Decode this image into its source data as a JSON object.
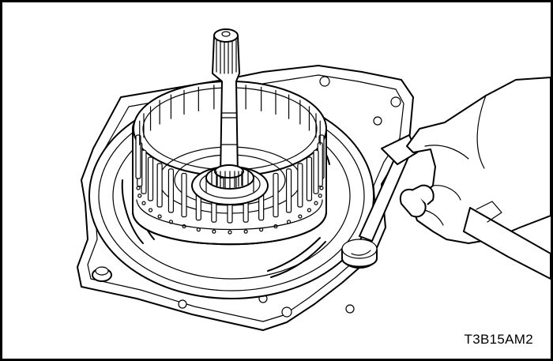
{
  "figure": {
    "code": "T3B15AM2"
  },
  "colors": {
    "ink": "#000000",
    "paper": "#ffffff"
  },
  "icons": [
    "transmission-case-illustration",
    "clutch-drum-illustration",
    "input-shaft-illustration",
    "mallet-illustration",
    "hand-illustration"
  ]
}
